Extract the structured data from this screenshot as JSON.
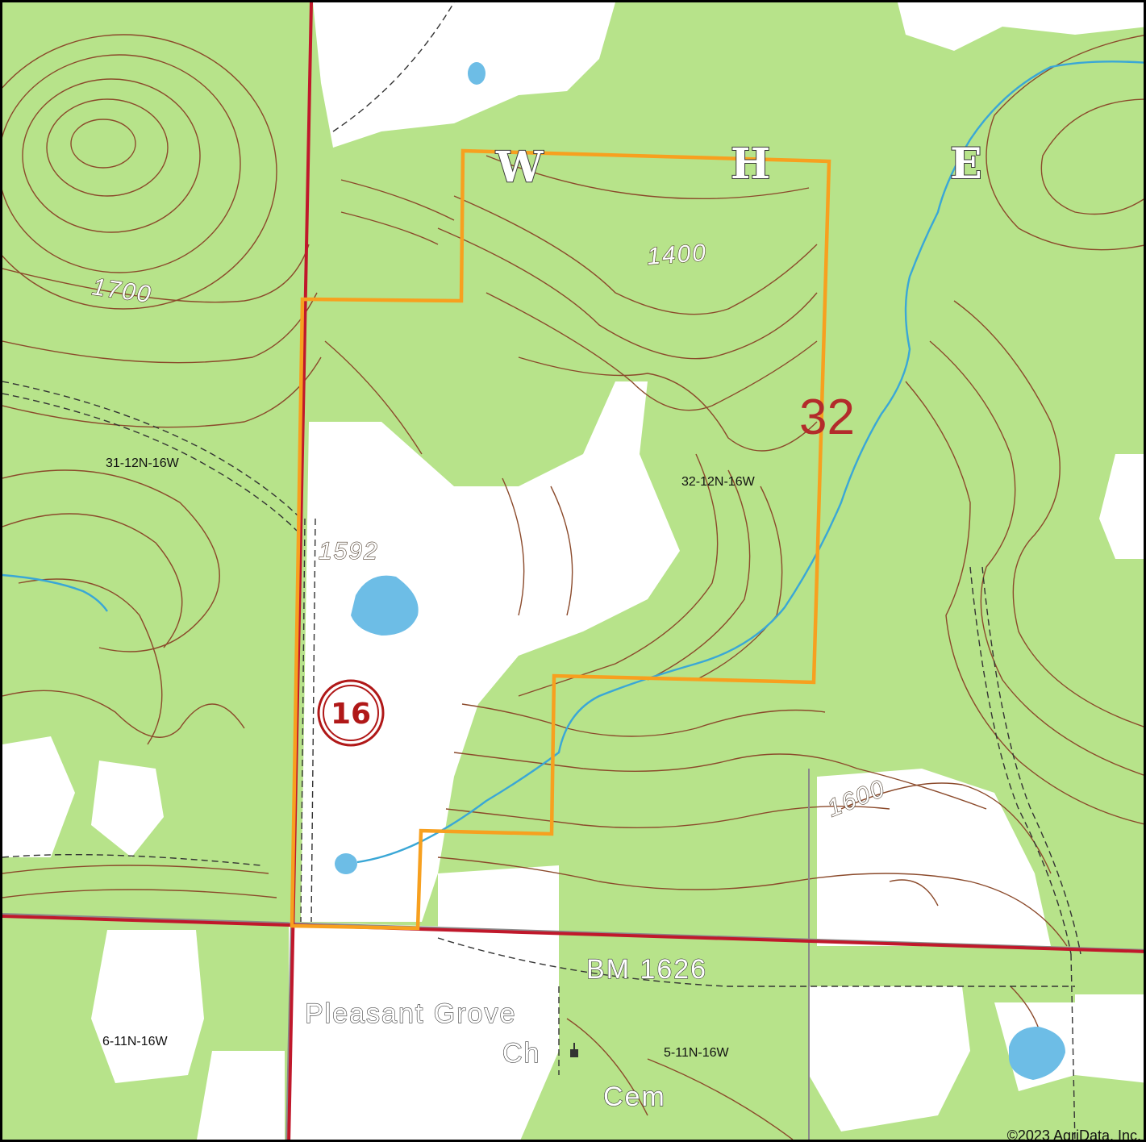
{
  "map": {
    "copyright": "©2023 AgriData, Inc.",
    "colors": {
      "forest": "#b7e38a",
      "clearing": "#ffffff",
      "contour": "#8b4a2b",
      "water": "#6dbde6",
      "stream": "#3aa7d6",
      "boundary": "#f7a01f",
      "road": "#c0182b",
      "section_line": "#8a8a8a"
    },
    "section_labels": [
      "31-12N-16W",
      "32-12N-16W",
      "6-11N-16W",
      "5-11N-16W"
    ],
    "elevation_labels": [
      "1700",
      "1400",
      "1592",
      "1600"
    ],
    "letters": [
      "W",
      "H",
      "E"
    ],
    "section_number": "32",
    "route_shield": "16",
    "places": {
      "bm": "BM 1626",
      "grove": "Pleasant Grove",
      "ch": "Ch",
      "cem": "Cem"
    },
    "icons": [
      "route-shield-icon",
      "pond-icon",
      "stream-icon",
      "church-icon"
    ]
  }
}
